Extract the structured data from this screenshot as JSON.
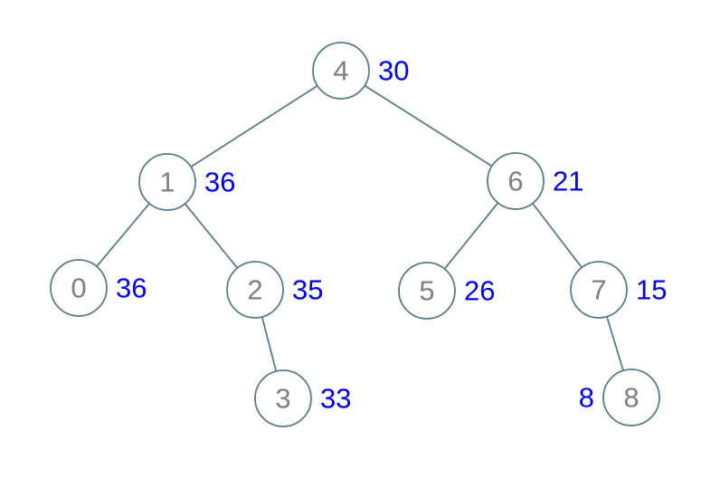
{
  "diagram": {
    "type": "binary-tree",
    "colors": {
      "node_stroke": "#5c7b8a",
      "edge": "#5c7b8a",
      "node_text": "#7f7f7f",
      "label_text": "#0000ee",
      "background": "#ffffff"
    },
    "nodes": [
      {
        "id": "4",
        "value": "30",
        "label_side": "right"
      },
      {
        "id": "1",
        "value": "36",
        "label_side": "right"
      },
      {
        "id": "6",
        "value": "21",
        "label_side": "right"
      },
      {
        "id": "0",
        "value": "36",
        "label_side": "right"
      },
      {
        "id": "2",
        "value": "35",
        "label_side": "right"
      },
      {
        "id": "5",
        "value": "26",
        "label_side": "right"
      },
      {
        "id": "7",
        "value": "15",
        "label_side": "right"
      },
      {
        "id": "3",
        "value": "33",
        "label_side": "right"
      },
      {
        "id": "8",
        "value": "8",
        "label_side": "left"
      }
    ],
    "edges": [
      [
        "4",
        "1"
      ],
      [
        "4",
        "6"
      ],
      [
        "1",
        "0"
      ],
      [
        "1",
        "2"
      ],
      [
        "2",
        "3"
      ],
      [
        "6",
        "5"
      ],
      [
        "6",
        "7"
      ],
      [
        "7",
        "8"
      ]
    ]
  }
}
